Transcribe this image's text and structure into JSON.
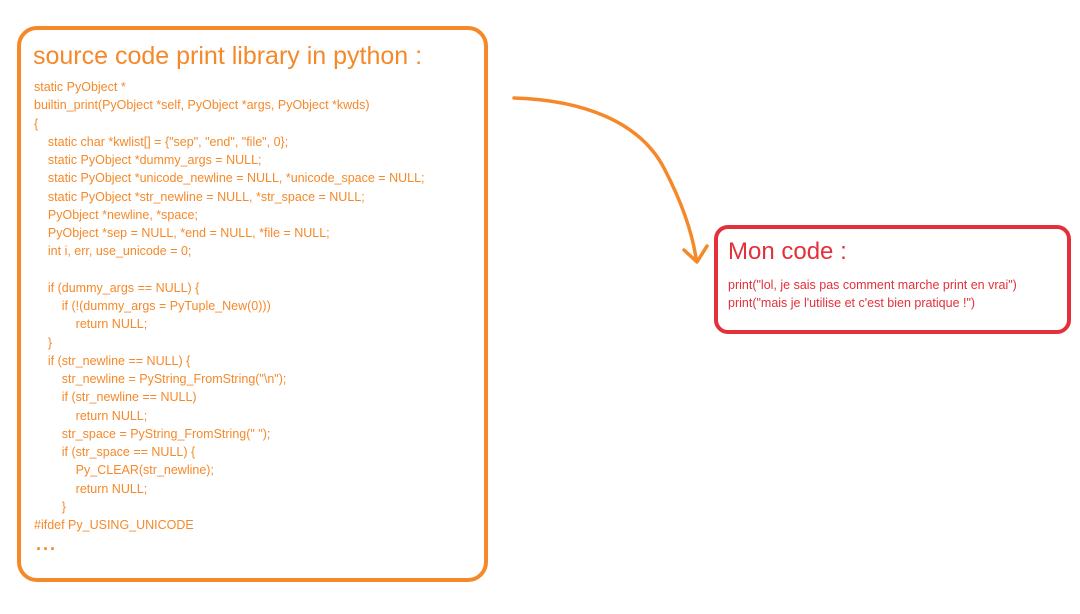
{
  "left_panel": {
    "title": "source code print library in python :",
    "color": "#f5892a",
    "lines": [
      "static PyObject *",
      "builtin_print(PyObject *self, PyObject *args, PyObject *kwds)",
      "{",
      "    static char *kwlist[] = {\"sep\", \"end\", \"file\", 0};",
      "    static PyObject *dummy_args = NULL;",
      "    static PyObject *unicode_newline = NULL, *unicode_space = NULL;",
      "    static PyObject *str_newline = NULL, *str_space = NULL;",
      "    PyObject *newline, *space;",
      "    PyObject *sep = NULL, *end = NULL, *file = NULL;",
      "    int i, err, use_unicode = 0;",
      "",
      "    if (dummy_args == NULL) {",
      "        if (!(dummy_args = PyTuple_New(0)))",
      "            return NULL;",
      "    }",
      "    if (str_newline == NULL) {",
      "        str_newline = PyString_FromString(\"\\n\");",
      "        if (str_newline == NULL)",
      "            return NULL;",
      "        str_space = PyString_FromString(\" \");",
      "        if (str_space == NULL) {",
      "            Py_CLEAR(str_newline);",
      "            return NULL;",
      "        }",
      "#ifdef Py_USING_UNICODE"
    ],
    "ellipsis": "..."
  },
  "right_panel": {
    "title": "Mon code :",
    "color": "#e3303a",
    "lines": [
      "print(\"lol, je sais pas comment marche print en vrai\")",
      "print(\"mais je l'utilise et c'est bien pratique !\")"
    ]
  },
  "arrow": {
    "color": "#f5892a",
    "icon": "curved-arrow-icon"
  }
}
